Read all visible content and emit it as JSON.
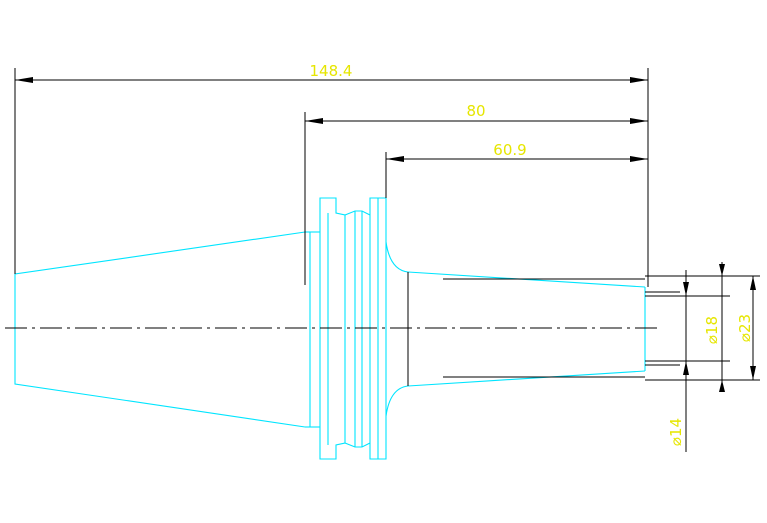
{
  "drawing": {
    "dimensions": {
      "overall_length": "148.4",
      "flange_to_end": "80",
      "shank_length": "60.9",
      "diameter_bore": "⌀18",
      "diameter_outer": "⌀23",
      "diameter_small": "⌀14"
    },
    "colors": {
      "part_outline": "#00e5ff",
      "dimension_line": "#000000",
      "dimension_text": "#e6e600",
      "background": "#ffffff"
    }
  }
}
